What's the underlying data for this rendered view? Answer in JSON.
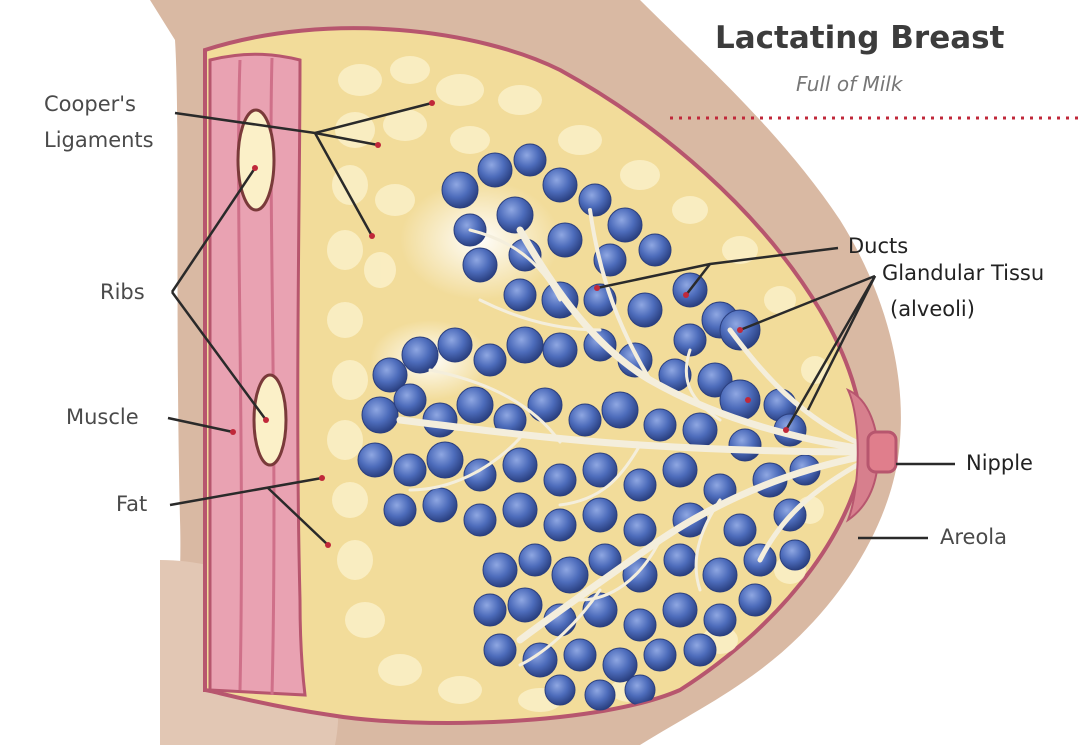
{
  "title": "Lactating Breast",
  "subtitle": "Full of Milk",
  "labels": {
    "coopers_line1": "Cooper's",
    "coopers_line2": "Ligaments",
    "ribs": "Ribs",
    "muscle": "Muscle",
    "fat": "Fat",
    "ducts": "Ducts",
    "glandular_line1": "Glandular Tissu",
    "glandular_line2": "(alveoli)",
    "nipple": "Nipple",
    "areola": "Areola"
  },
  "colors": {
    "skin": "#d9b9a3",
    "fat": "#f2dc9a",
    "fat_cell": "#fbf0c8",
    "muscle": "#e9a2b2",
    "outline": "#b7566e",
    "alveoli": "#4a6bb8",
    "ducts": "#f4eedc",
    "label_dot": "#c0283a"
  }
}
